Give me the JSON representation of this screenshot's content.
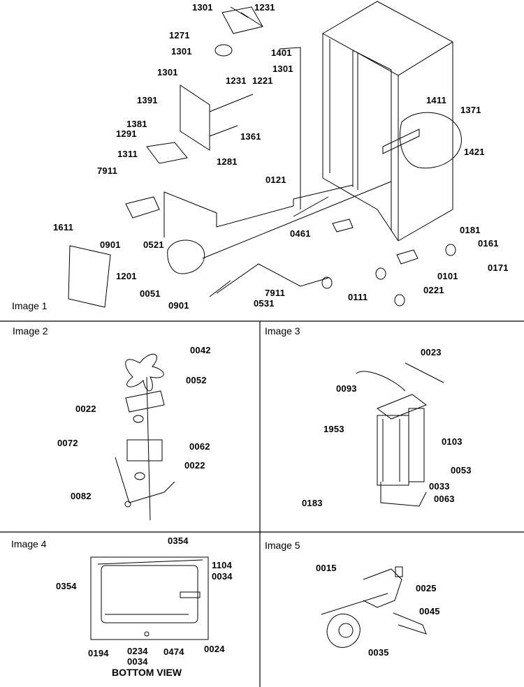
{
  "panels": [
    {
      "title": "Image 1",
      "labels": [
        "1301",
        "1231",
        "1271",
        "1301",
        "1401",
        "1301",
        "1221",
        "1301",
        "1231",
        "1391",
        "1381",
        "1291",
        "1311",
        "1281",
        "1361",
        "1411",
        "1371",
        "1421",
        "7911",
        "1611",
        "0901",
        "0521",
        "0121",
        "0461",
        "0181",
        "0161",
        "0171",
        "1201",
        "0051",
        "0901",
        "0531",
        "7911",
        "0111",
        "0101",
        "0221"
      ]
    },
    {
      "title": "Image 2",
      "labels": [
        "0042",
        "0052",
        "0022",
        "0072",
        "0062",
        "0022",
        "0082"
      ]
    },
    {
      "title": "Image 3",
      "labels": [
        "0023",
        "0093",
        "1953",
        "0103",
        "0053",
        "0183",
        "0033",
        "0063"
      ]
    },
    {
      "title": "Image 4",
      "labels": [
        "0354",
        "0354",
        "1104",
        "0034",
        "0194",
        "0234",
        "0034",
        "0474",
        "0024"
      ],
      "caption": "BOTTOM VIEW"
    },
    {
      "title": "Image 5",
      "labels": [
        "0015",
        "0025",
        "0045",
        "0035"
      ]
    }
  ]
}
